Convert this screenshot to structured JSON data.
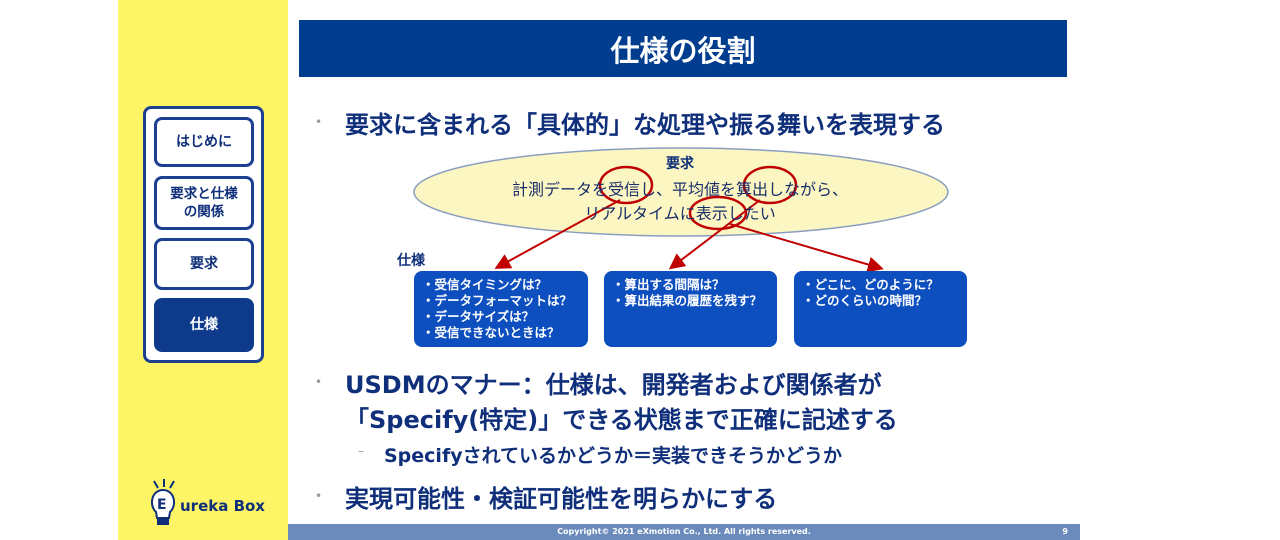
{
  "sidebar": {
    "items": [
      {
        "label": "はじめに"
      },
      {
        "label": "要求と仕様の関係"
      },
      {
        "label": "要求"
      },
      {
        "label": "仕様"
      }
    ],
    "logo": "Eureka Box"
  },
  "title": "仕様の役割",
  "bullets": {
    "b1": "要求に含まれる「具体的」な処理や振る舞いを表現する",
    "b2_line1": "USDMのマナー：仕様は、開発者および関係者が",
    "b2_line2": "「Specify(特定)」できる状態まで正確に記述する",
    "b2_sub": "Specifyされているかどうか＝実装できそうかどうか",
    "b3": "実現可能性・検証可能性を明らかにする"
  },
  "diagram": {
    "req_label": "要求",
    "req_line1": "計測データを受信し、平均値を算出しながら、",
    "req_line2": "リアルタイムに表示したい",
    "spec_label": "仕様",
    "boxes": [
      {
        "lines": [
          "・受信タイミングは？",
          "・データフォーマットは？",
          "・データサイズは？",
          "・受信できないときは？"
        ]
      },
      {
        "lines": [
          "・算出する間隔は？",
          "・算出結果の履歴を残す？"
        ]
      },
      {
        "lines": [
          "・どこに、どのように？",
          "・どのくらいの時間？"
        ]
      }
    ]
  },
  "footer": {
    "copyright": "Copyright© 2021 eXmotion Co., Ltd. All rights reserved.",
    "page": "9"
  },
  "colors": {
    "title_bg": "#003d8f",
    "sidebar_bg": "#fdf466",
    "spec_box": "#0e4fc0",
    "arrow": "#c00000"
  }
}
